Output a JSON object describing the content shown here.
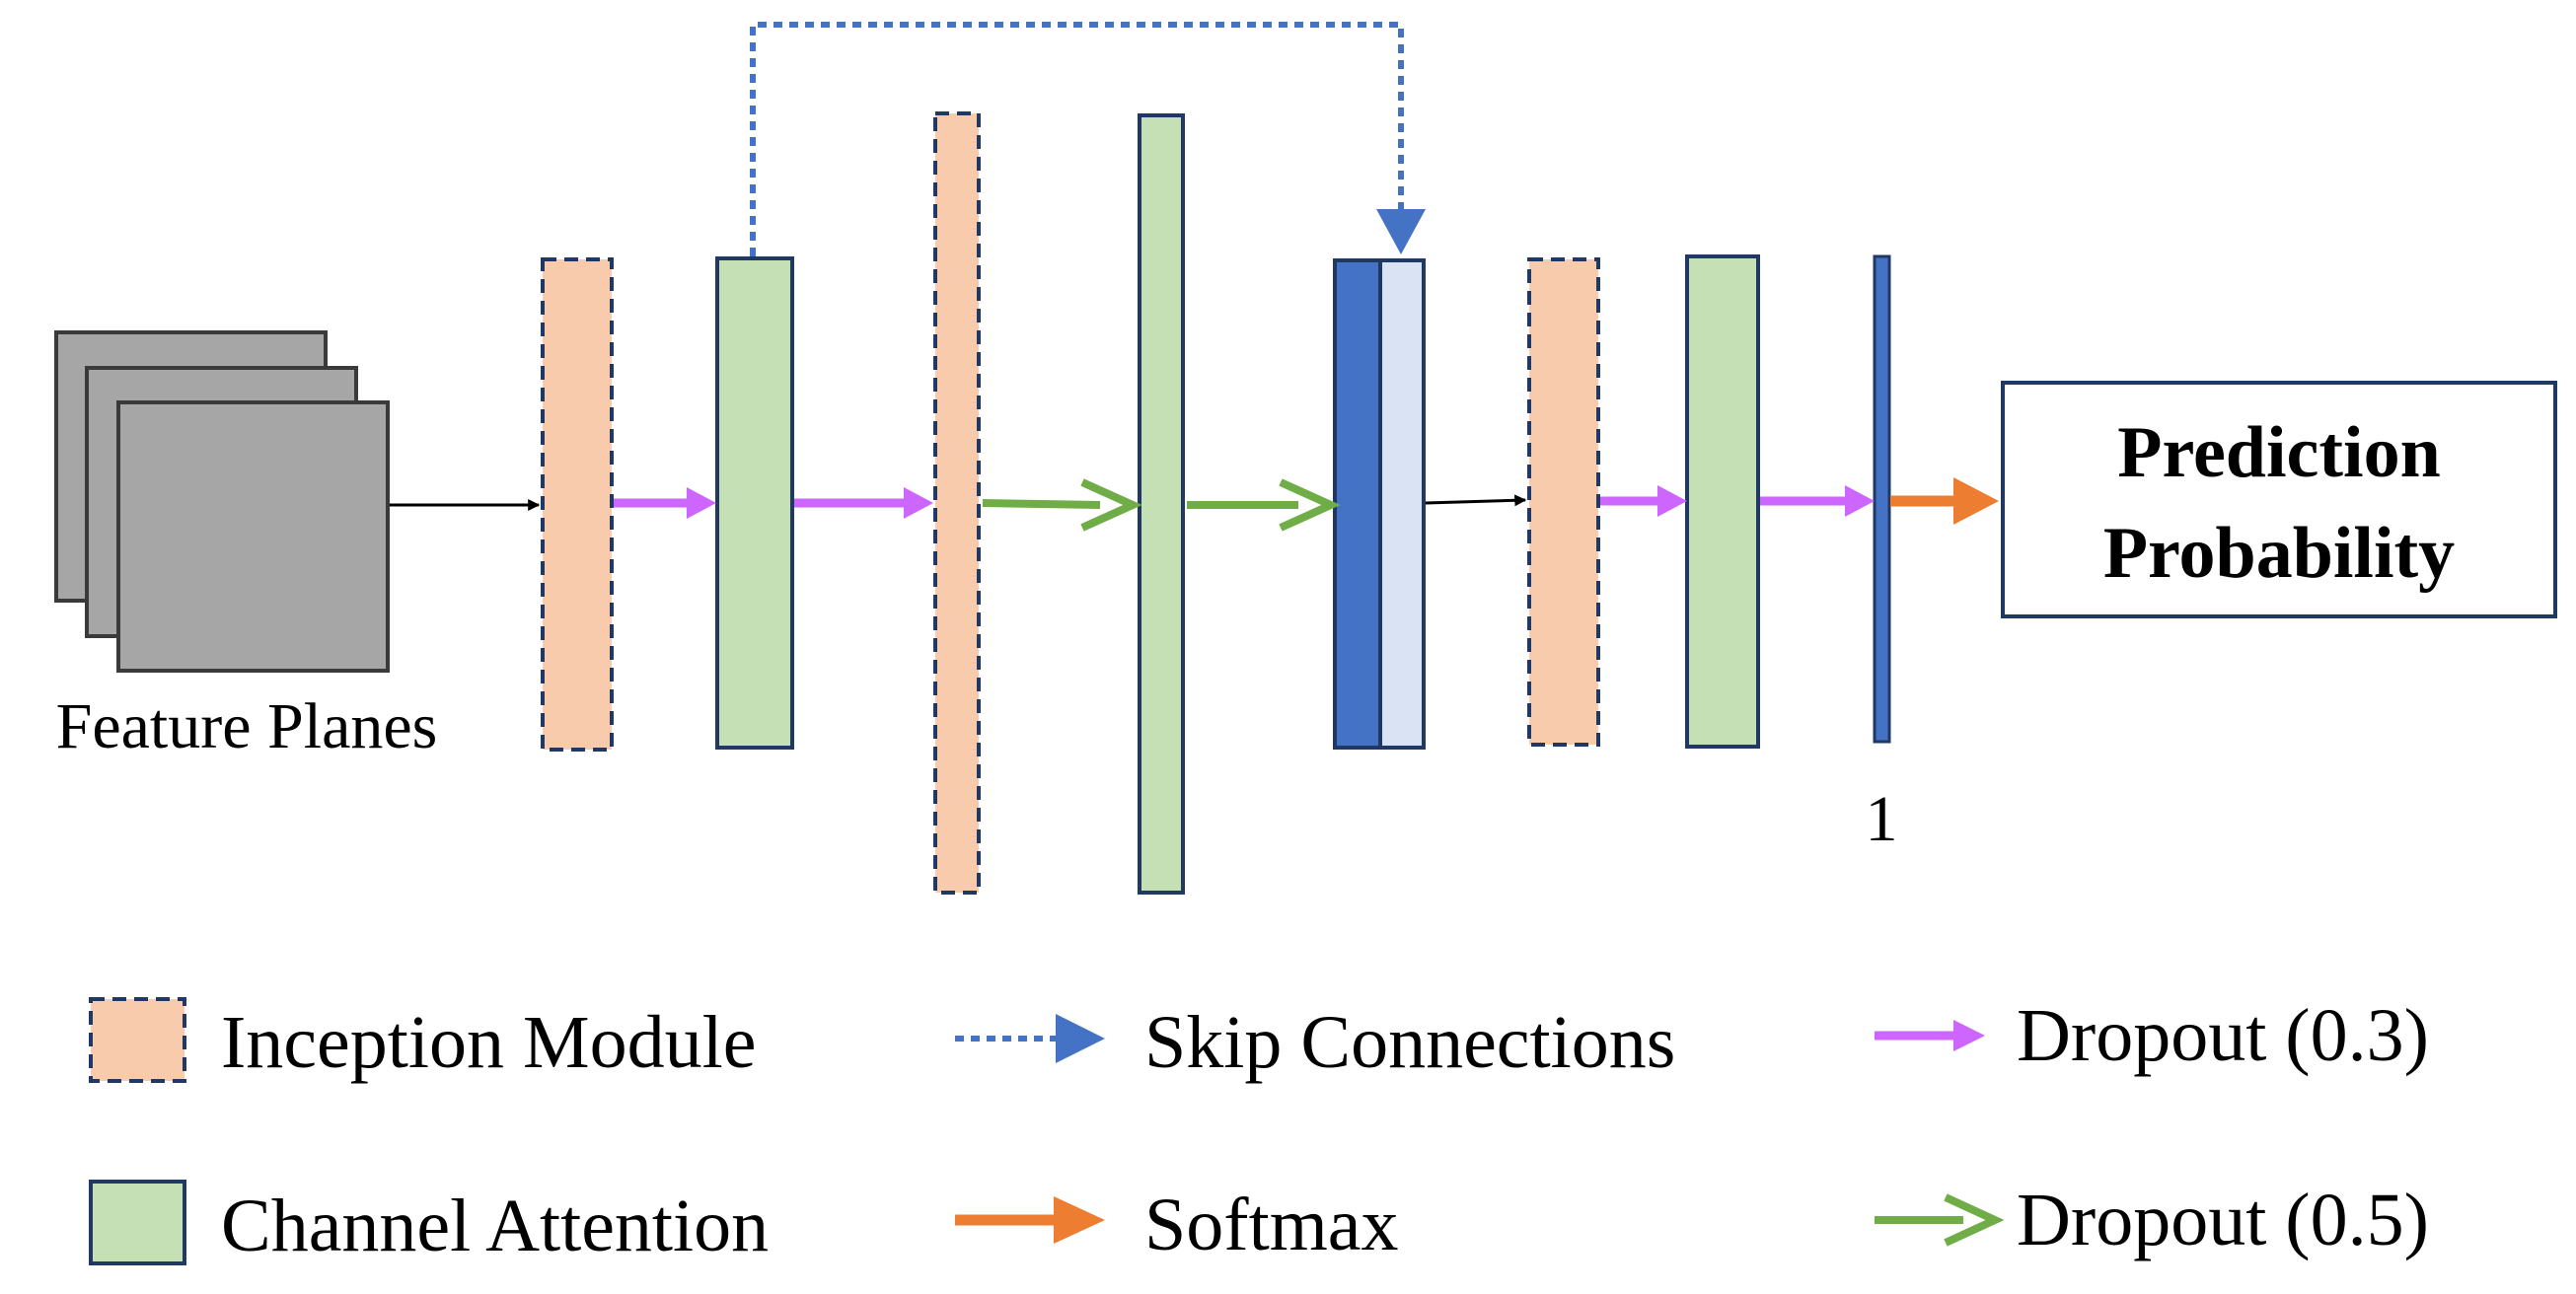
{
  "input": {
    "label": "Feature Planes"
  },
  "output": {
    "line1": "Prediction",
    "line2": "Probability"
  },
  "final_layer": {
    "label": "1"
  },
  "legend": {
    "inception": "Inception Module",
    "channel_attention": "Channel Attention",
    "skip": "Skip Connections",
    "softmax": "Softmax",
    "dropout_03": "Dropout (0.3)",
    "dropout_05": "Dropout (0.5)"
  },
  "colors": {
    "inception_fill": "#f8cbad",
    "attention_fill": "#c5e0b4",
    "concat_dark": "#4472c4",
    "concat_light": "#dae3f3",
    "outline": "#1f3864",
    "plane_fill": "#a6a6a6",
    "skip": "#4472c4",
    "dropout_03": "#cc66ff",
    "dropout_05": "#70ad47",
    "softmax": "#ed7d31"
  }
}
